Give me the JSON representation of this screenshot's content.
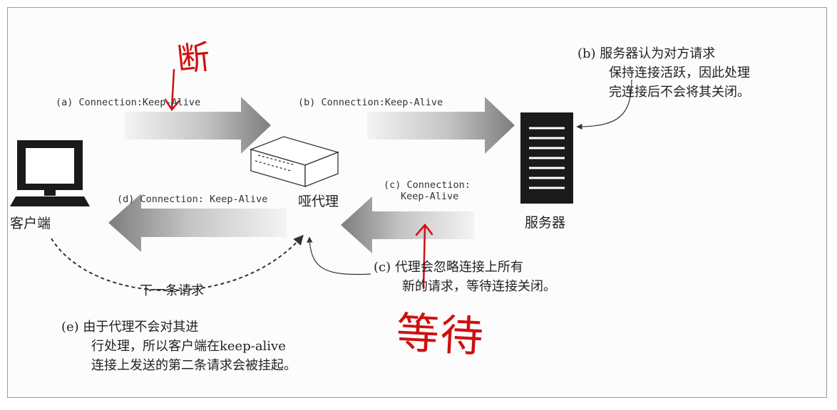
{
  "arrows": {
    "a_label": "(a) Connection:Keep-Alive",
    "b_label": "(b) Connection:Keep-Alive",
    "c_label_line1": "(c) Connection:",
    "c_label_line2": "Keep-Alive",
    "d_label": "(d) Connection: Keep-Alive"
  },
  "nodes": {
    "client": "客户端",
    "proxy": "哑代理",
    "server": "服务器"
  },
  "notes": {
    "b": [
      "(b) 服务器认为对方请求",
      "保持连接活跃，因此处理",
      "完连接后不会将其关闭。"
    ],
    "c": [
      "(c) 代理会忽略连接上所有",
      "新的请求，等待连接关闭。"
    ],
    "e": [
      "(e) 由于代理不会对其进",
      "行处理，所以客户端在keep-alive",
      "连接上发送的第二条请求会被挂起。"
    ]
  },
  "next_request": "下一条请求",
  "handwriting": {
    "break": "断",
    "wait": "等待"
  },
  "colors": {
    "annotation": "#d10f0f",
    "arrow_dark": "#7d7d7d",
    "frame": "#9a9a9a"
  }
}
